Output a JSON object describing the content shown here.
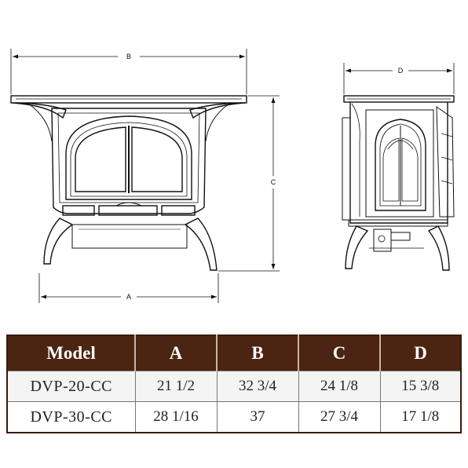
{
  "dimensions": {
    "a_label": "A",
    "b_label": "B",
    "c_label": "C",
    "d_label": "D"
  },
  "table": {
    "headers": [
      "Model",
      "A",
      "B",
      "C",
      "D"
    ],
    "rows": [
      [
        "DVP-20-CC",
        "21 1/2",
        "32 3/4",
        "24 1/8",
        "15 3/8"
      ],
      [
        "DVP-30-CC",
        "28 1/16",
        "37",
        "27 3/4",
        "17 1/8"
      ]
    ]
  },
  "colors": {
    "header_bg": "#4b2512",
    "header_text": "#ffffff",
    "line": "#111111"
  }
}
